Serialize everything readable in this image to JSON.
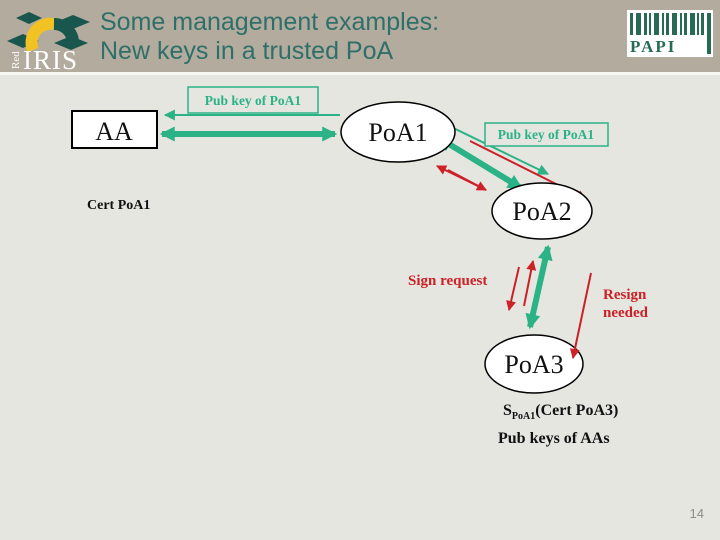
{
  "header": {
    "title_line1": "Some management examples:",
    "title_line2": "New keys in a trusted PoA",
    "rediris_logo": {
      "vertical_text": "Red",
      "main_text": "IRIS"
    },
    "papi_logo": {
      "text": "PAPI"
    }
  },
  "diagram": {
    "nodes": {
      "aa": "AA",
      "poa1": "PoA1",
      "poa2": "PoA2",
      "poa3": "PoA3"
    },
    "labels": {
      "pub_key_left": "Pub key of PoA1",
      "pub_key_right": "Pub key of PoA1",
      "cert_poa1": "Cert PoA1",
      "sign_request": "Sign request",
      "resign_line1": "Resign",
      "resign_line2": "needed",
      "sig_s": "S",
      "sig_sub": "PoA1",
      "sig_rest": "(Cert PoA3)",
      "pub_keys_aas": "Pub keys of AAs"
    }
  },
  "footer": {
    "page_number": "14"
  },
  "colors": {
    "header_bg": "#b3ab9d",
    "title_teal": "#2f6f69",
    "content_bg": "#e6e6e1",
    "accent_green": "#2bb287",
    "accent_red": "#cc2127",
    "logo_green": "#276b54",
    "logo_yellow": "#f2c222",
    "page_number_gray": "#8e8e88"
  }
}
